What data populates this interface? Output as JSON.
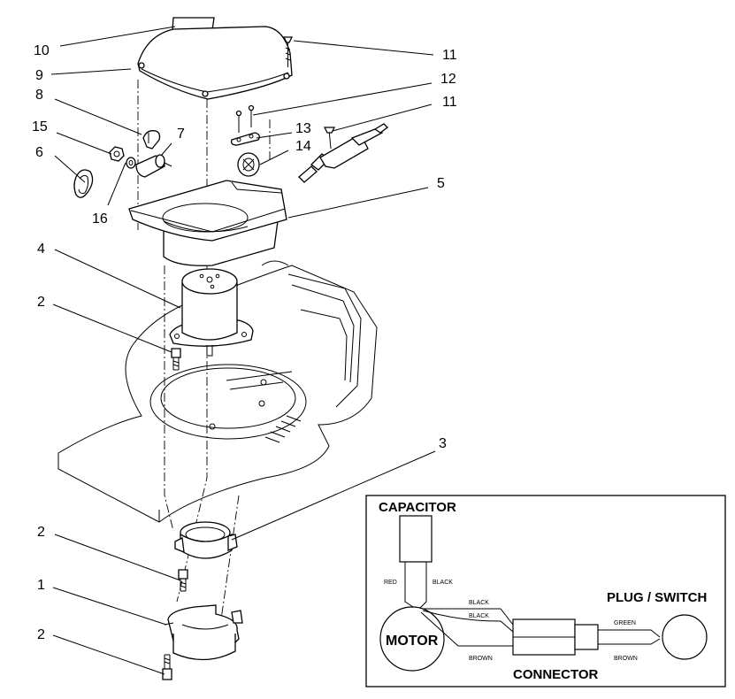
{
  "callouts": {
    "c10": "10",
    "c9": "9",
    "c8": "8",
    "c15": "15",
    "c6": "6",
    "c7": "7",
    "c16": "16",
    "c11a": "11",
    "c12": "12",
    "c11b": "11",
    "c13": "13",
    "c14": "14",
    "c5": "5",
    "c4": "4",
    "c2a": "2",
    "c3": "3",
    "c2b": "2",
    "c1": "1",
    "c2c": "2"
  },
  "wiring": {
    "capacitor": "CAPACITOR",
    "motor": "MOTOR",
    "connector": "CONNECTOR",
    "plug_switch": "PLUG / SWITCH",
    "red": "RED",
    "black_cap": "BLACK",
    "black_1": "BLACK",
    "black_2": "BLACK",
    "brown_left": "BROWN",
    "green": "GREEN",
    "brown_right": "BROWN"
  }
}
